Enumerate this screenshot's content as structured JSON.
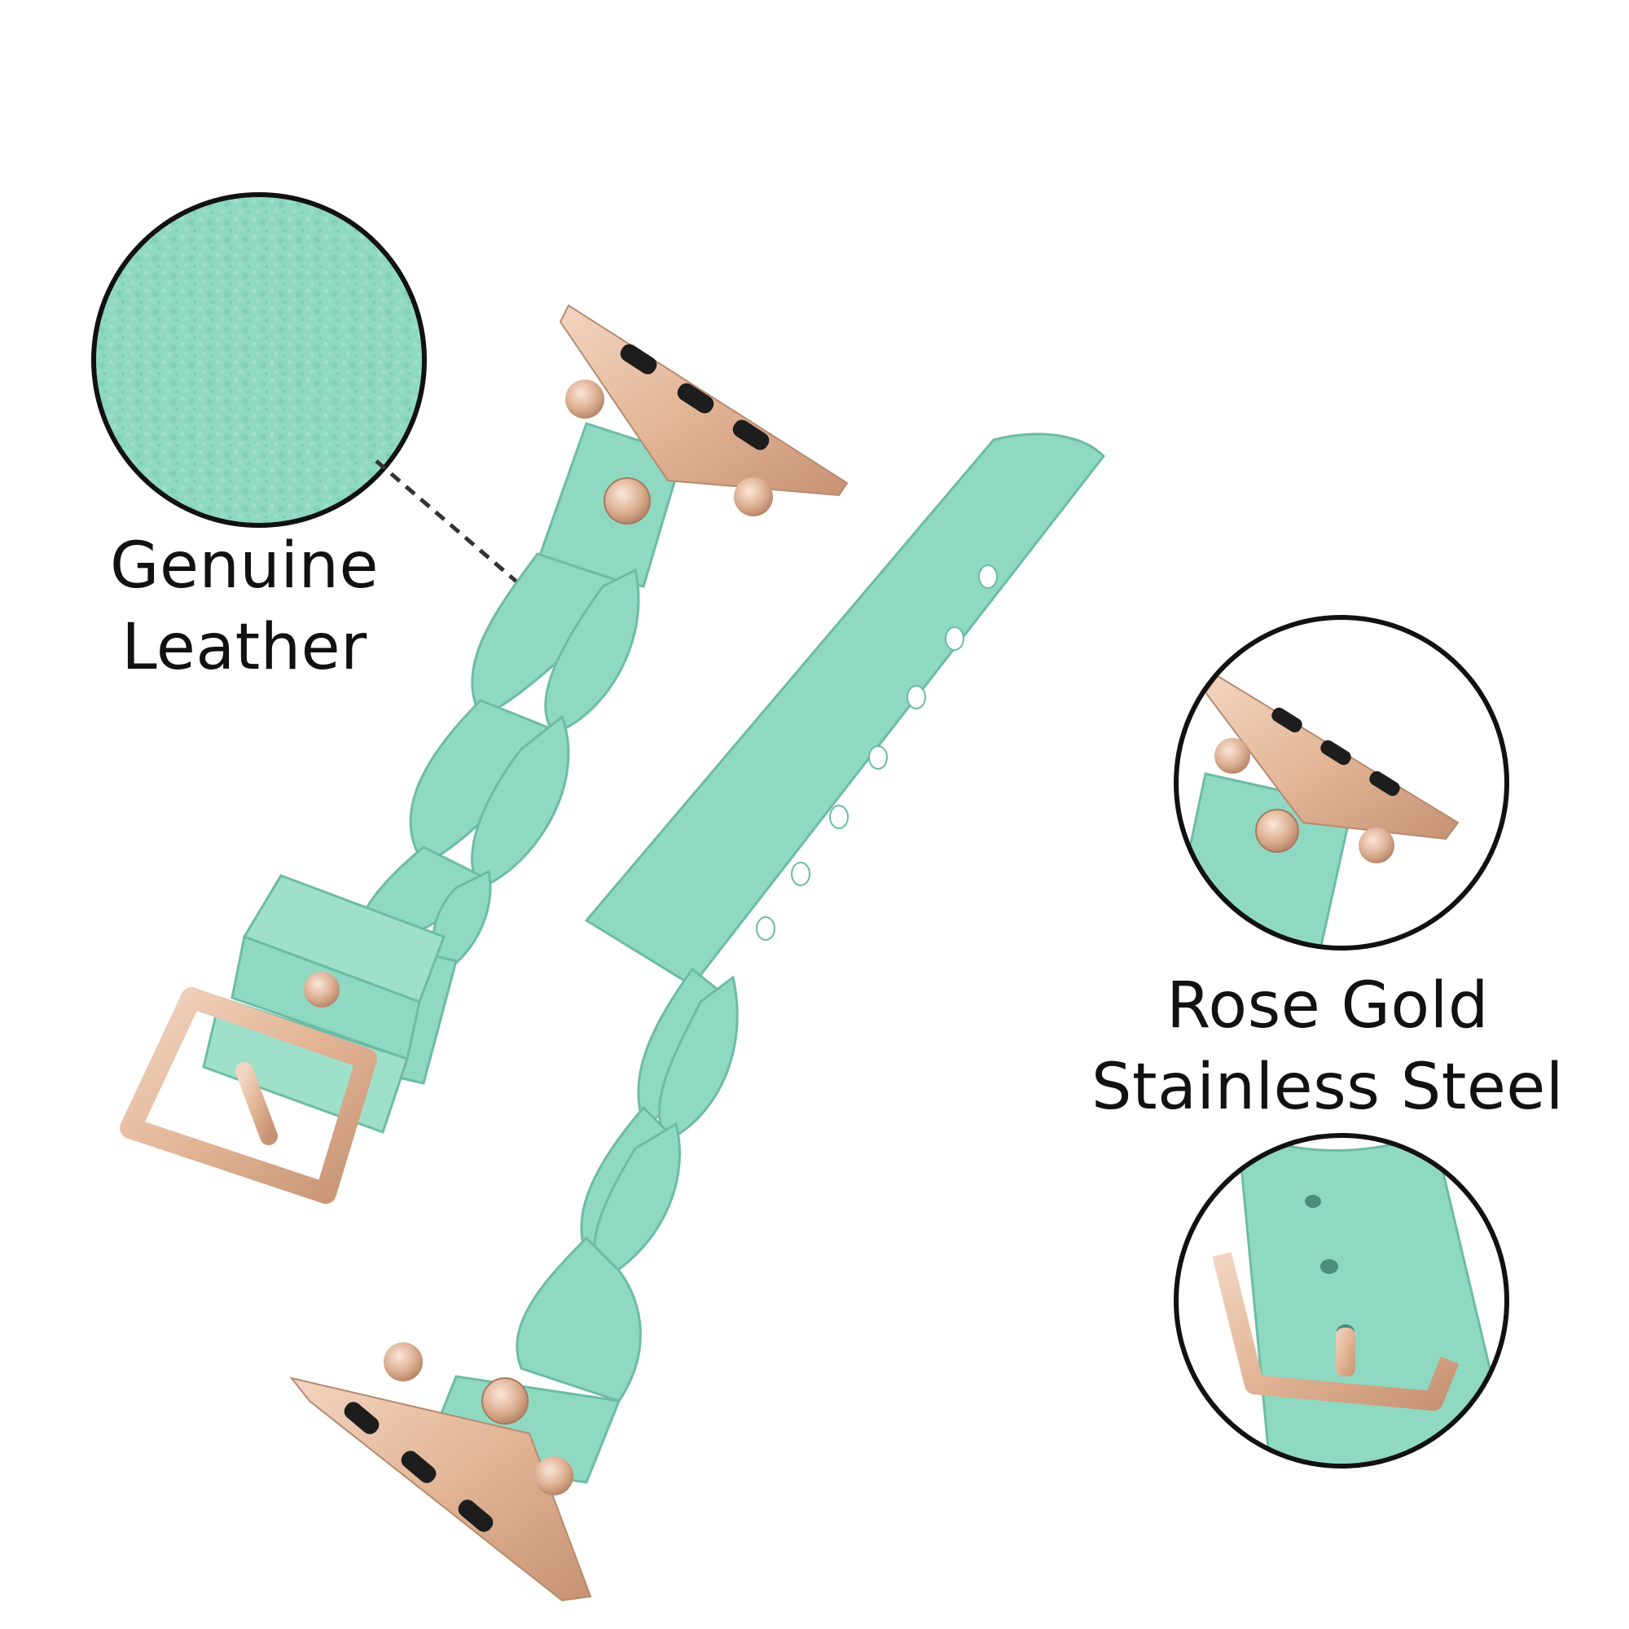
{
  "captions": {
    "leather": [
      "Genuine",
      "Leather"
    ],
    "steel": [
      "Rose Gold",
      "Stainless Steel"
    ]
  },
  "colors": {
    "leather": "#8fd9c2",
    "leather_light": "#b4ead9",
    "leather_dark": "#6cbca4",
    "rose_gold": "#e7c1a6",
    "rose_gold_dark": "#c99779",
    "slot": "#1d1d1d",
    "outline": "#111111"
  },
  "icons": {
    "leather_swatch": "leather-texture-detail-icon",
    "connector_detail": "rose-gold-connector-detail-icon",
    "buckle_detail": "rose-gold-buckle-detail-icon"
  }
}
